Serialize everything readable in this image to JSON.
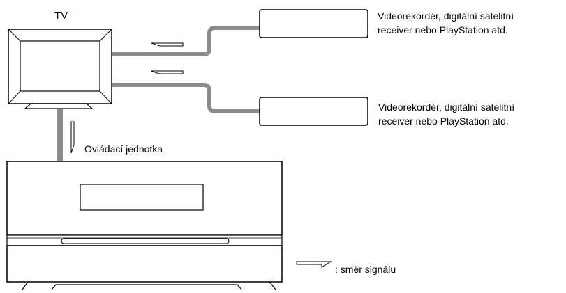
{
  "tv": {
    "label": "TV"
  },
  "devices": [
    {
      "line1": "Videorekordér, digitální satelitní",
      "line2": "receiver nebo PlayStation atd."
    },
    {
      "line1": "Videorekordér, digitální satelitní",
      "line2": "receiver nebo PlayStation atd."
    }
  ],
  "control_unit": {
    "label": "Ovládací jednotka"
  },
  "legend": {
    "label": ": směr signálu"
  },
  "colors": {
    "cable": "#8c8c8c",
    "outline": "#000000",
    "background": "#ffffff"
  }
}
